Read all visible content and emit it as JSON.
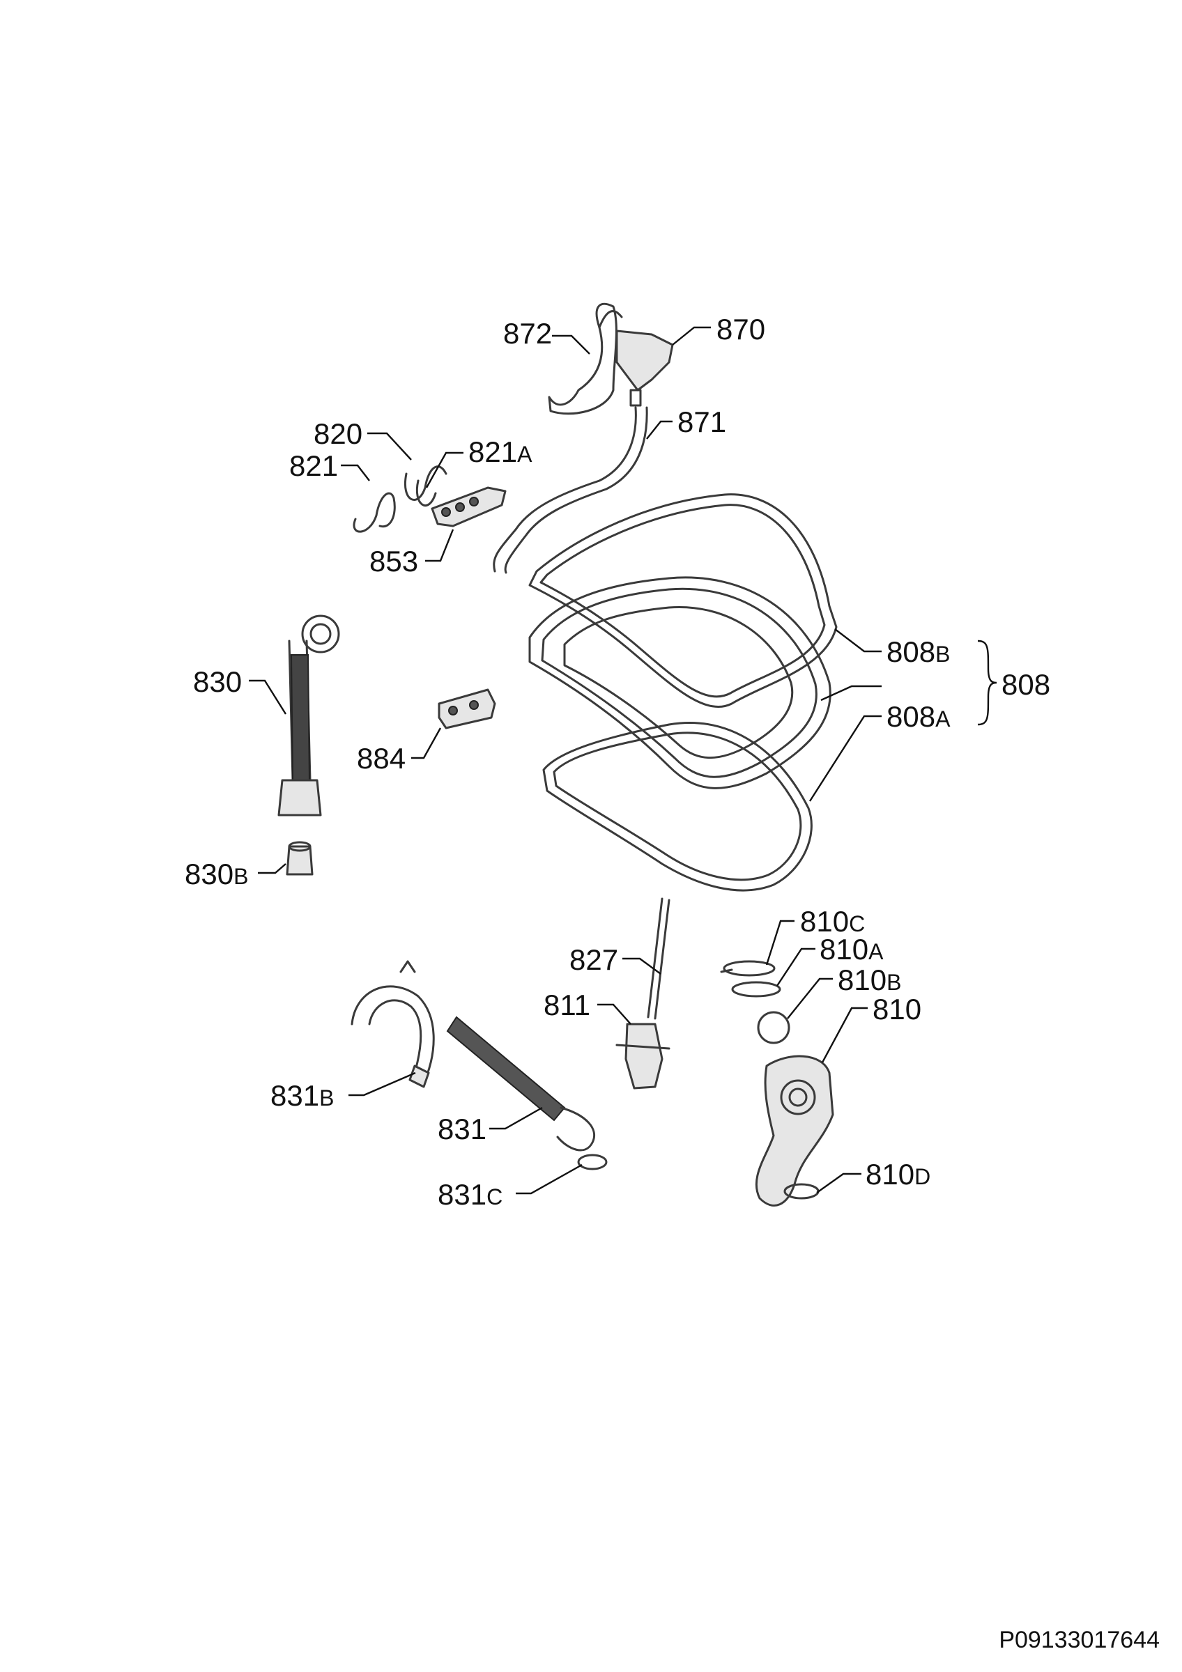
{
  "diagram": {
    "labels": [
      {
        "id": "872",
        "text": "872",
        "suffix": ""
      },
      {
        "id": "870",
        "text": "870",
        "suffix": ""
      },
      {
        "id": "871",
        "text": "871",
        "suffix": ""
      },
      {
        "id": "820",
        "text": "820",
        "suffix": ""
      },
      {
        "id": "821",
        "text": "821",
        "suffix": ""
      },
      {
        "id": "821A",
        "text": "821",
        "suffix": "A"
      },
      {
        "id": "853",
        "text": "853",
        "suffix": ""
      },
      {
        "id": "830",
        "text": "830",
        "suffix": ""
      },
      {
        "id": "884",
        "text": "884",
        "suffix": ""
      },
      {
        "id": "830B",
        "text": "830",
        "suffix": "B"
      },
      {
        "id": "808B",
        "text": "808",
        "suffix": "B"
      },
      {
        "id": "808",
        "text": "808",
        "suffix": ""
      },
      {
        "id": "808A",
        "text": "808",
        "suffix": "A"
      },
      {
        "id": "810C",
        "text": "810",
        "suffix": "C"
      },
      {
        "id": "810A",
        "text": "810",
        "suffix": "A"
      },
      {
        "id": "810B",
        "text": "810",
        "suffix": "B"
      },
      {
        "id": "810",
        "text": "810",
        "suffix": ""
      },
      {
        "id": "827",
        "text": "827",
        "suffix": ""
      },
      {
        "id": "811",
        "text": "811",
        "suffix": ""
      },
      {
        "id": "831B",
        "text": "831",
        "suffix": "B"
      },
      {
        "id": "831",
        "text": "831",
        "suffix": ""
      },
      {
        "id": "831C",
        "text": "831",
        "suffix": "C"
      },
      {
        "id": "810D",
        "text": "810",
        "suffix": "D"
      }
    ],
    "document_id": "P09133017644"
  }
}
